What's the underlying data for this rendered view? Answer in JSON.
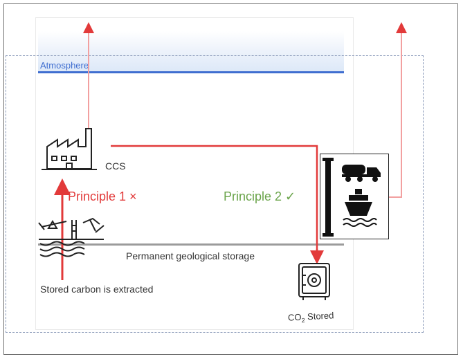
{
  "atmosphere": {
    "label": "Atmosphere"
  },
  "facility": {
    "label": "CCS"
  },
  "principles": {
    "p1": "Principle 1 ×",
    "p2": "Principle 2 ✓"
  },
  "storage": {
    "label": "Permanent geological storage"
  },
  "extraction": {
    "label": "Stored carbon is extracted"
  },
  "vault": {
    "label_main": "CO",
    "label_sub": "2",
    "label_rest": " Stored"
  },
  "colors": {
    "principle_1": "#e23a3a",
    "principle_2": "#6aa44a",
    "atmosphere": "#3f6ed0",
    "flow_arrow": "#e23a3a"
  },
  "icons": [
    "factory-icon",
    "oil-pump-icon",
    "pipeline-icon",
    "tanker-truck-icon",
    "ship-icon",
    "safe-icon"
  ]
}
